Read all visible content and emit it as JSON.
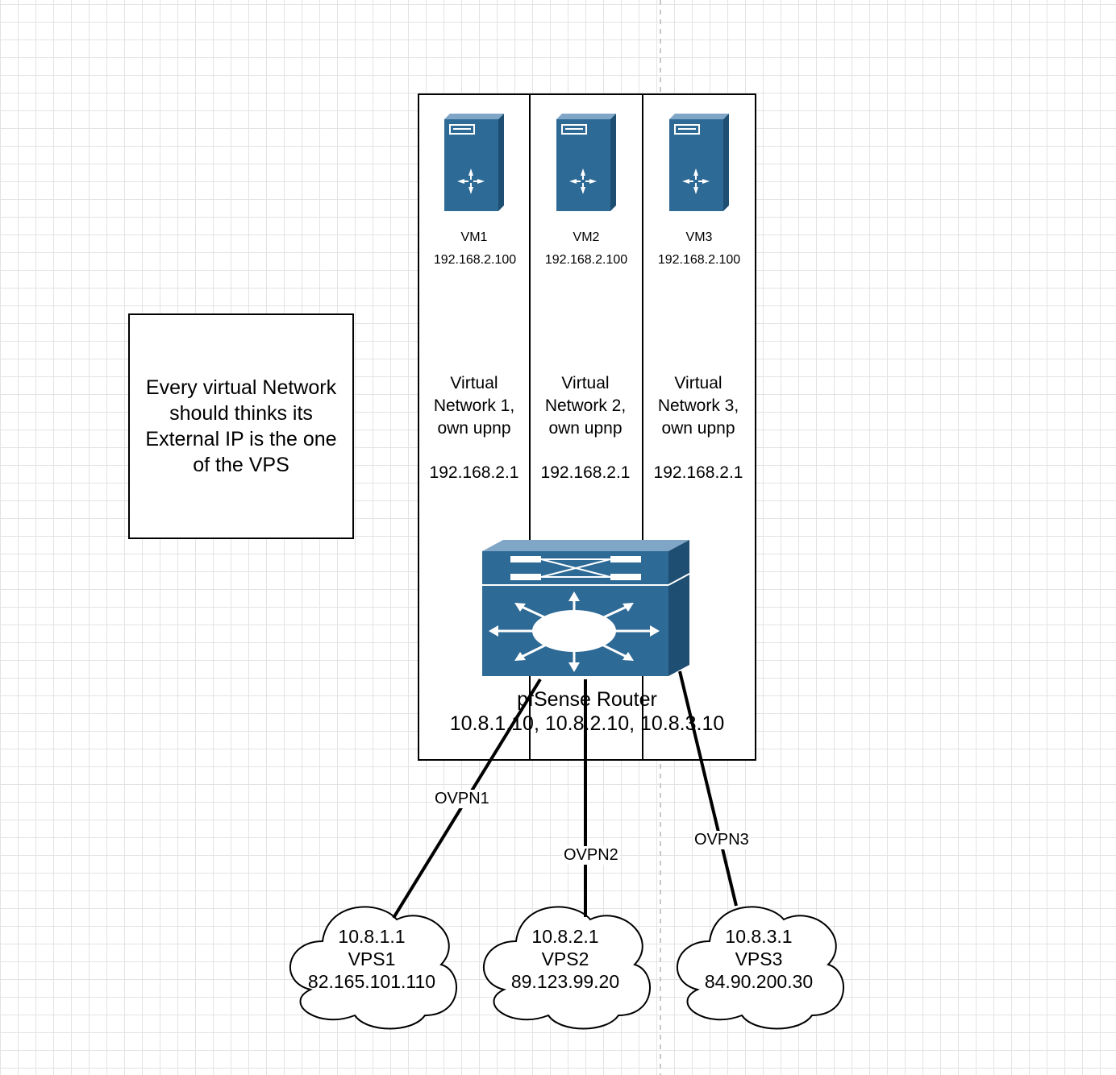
{
  "note": {
    "lines": [
      "Every virtual Network",
      "should thinks its",
      "External IP is the one",
      "of the VPS"
    ]
  },
  "vms": [
    {
      "name": "VM1",
      "ip": "192.168.2.100",
      "network_lines": [
        "Virtual",
        "Network 1,",
        "own upnp"
      ],
      "gateway": "192.168.2.1"
    },
    {
      "name": "VM2",
      "ip": "192.168.2.100",
      "network_lines": [
        "Virtual",
        "Network 2,",
        "own upnp"
      ],
      "gateway": "192.168.2.1"
    },
    {
      "name": "VM3",
      "ip": "192.168.2.100",
      "network_lines": [
        "Virtual",
        "Network 3,",
        "own upnp"
      ],
      "gateway": "192.168.2.1"
    }
  ],
  "router": {
    "name": "pfSense Router",
    "ips": "10.8.1.10, 10.8.2.10, 10.8.3.10"
  },
  "links": [
    {
      "label": "OVPN1"
    },
    {
      "label": "OVPN2"
    },
    {
      "label": "OVPN3"
    }
  ],
  "vps": [
    {
      "tunnel_ip": "10.8.1.1",
      "name": "VPS1",
      "public_ip": "82.165.101.110"
    },
    {
      "tunnel_ip": "10.8.2.1",
      "name": "VPS2",
      "public_ip": "89.123.99.20"
    },
    {
      "tunnel_ip": "10.8.3.1",
      "name": "VPS3",
      "public_ip": "84.90.200.30"
    }
  ],
  "colors": {
    "device": "#2e6a96",
    "device_dark": "#1f4e73",
    "line": "#000000",
    "grid": "#e3e3e3"
  }
}
